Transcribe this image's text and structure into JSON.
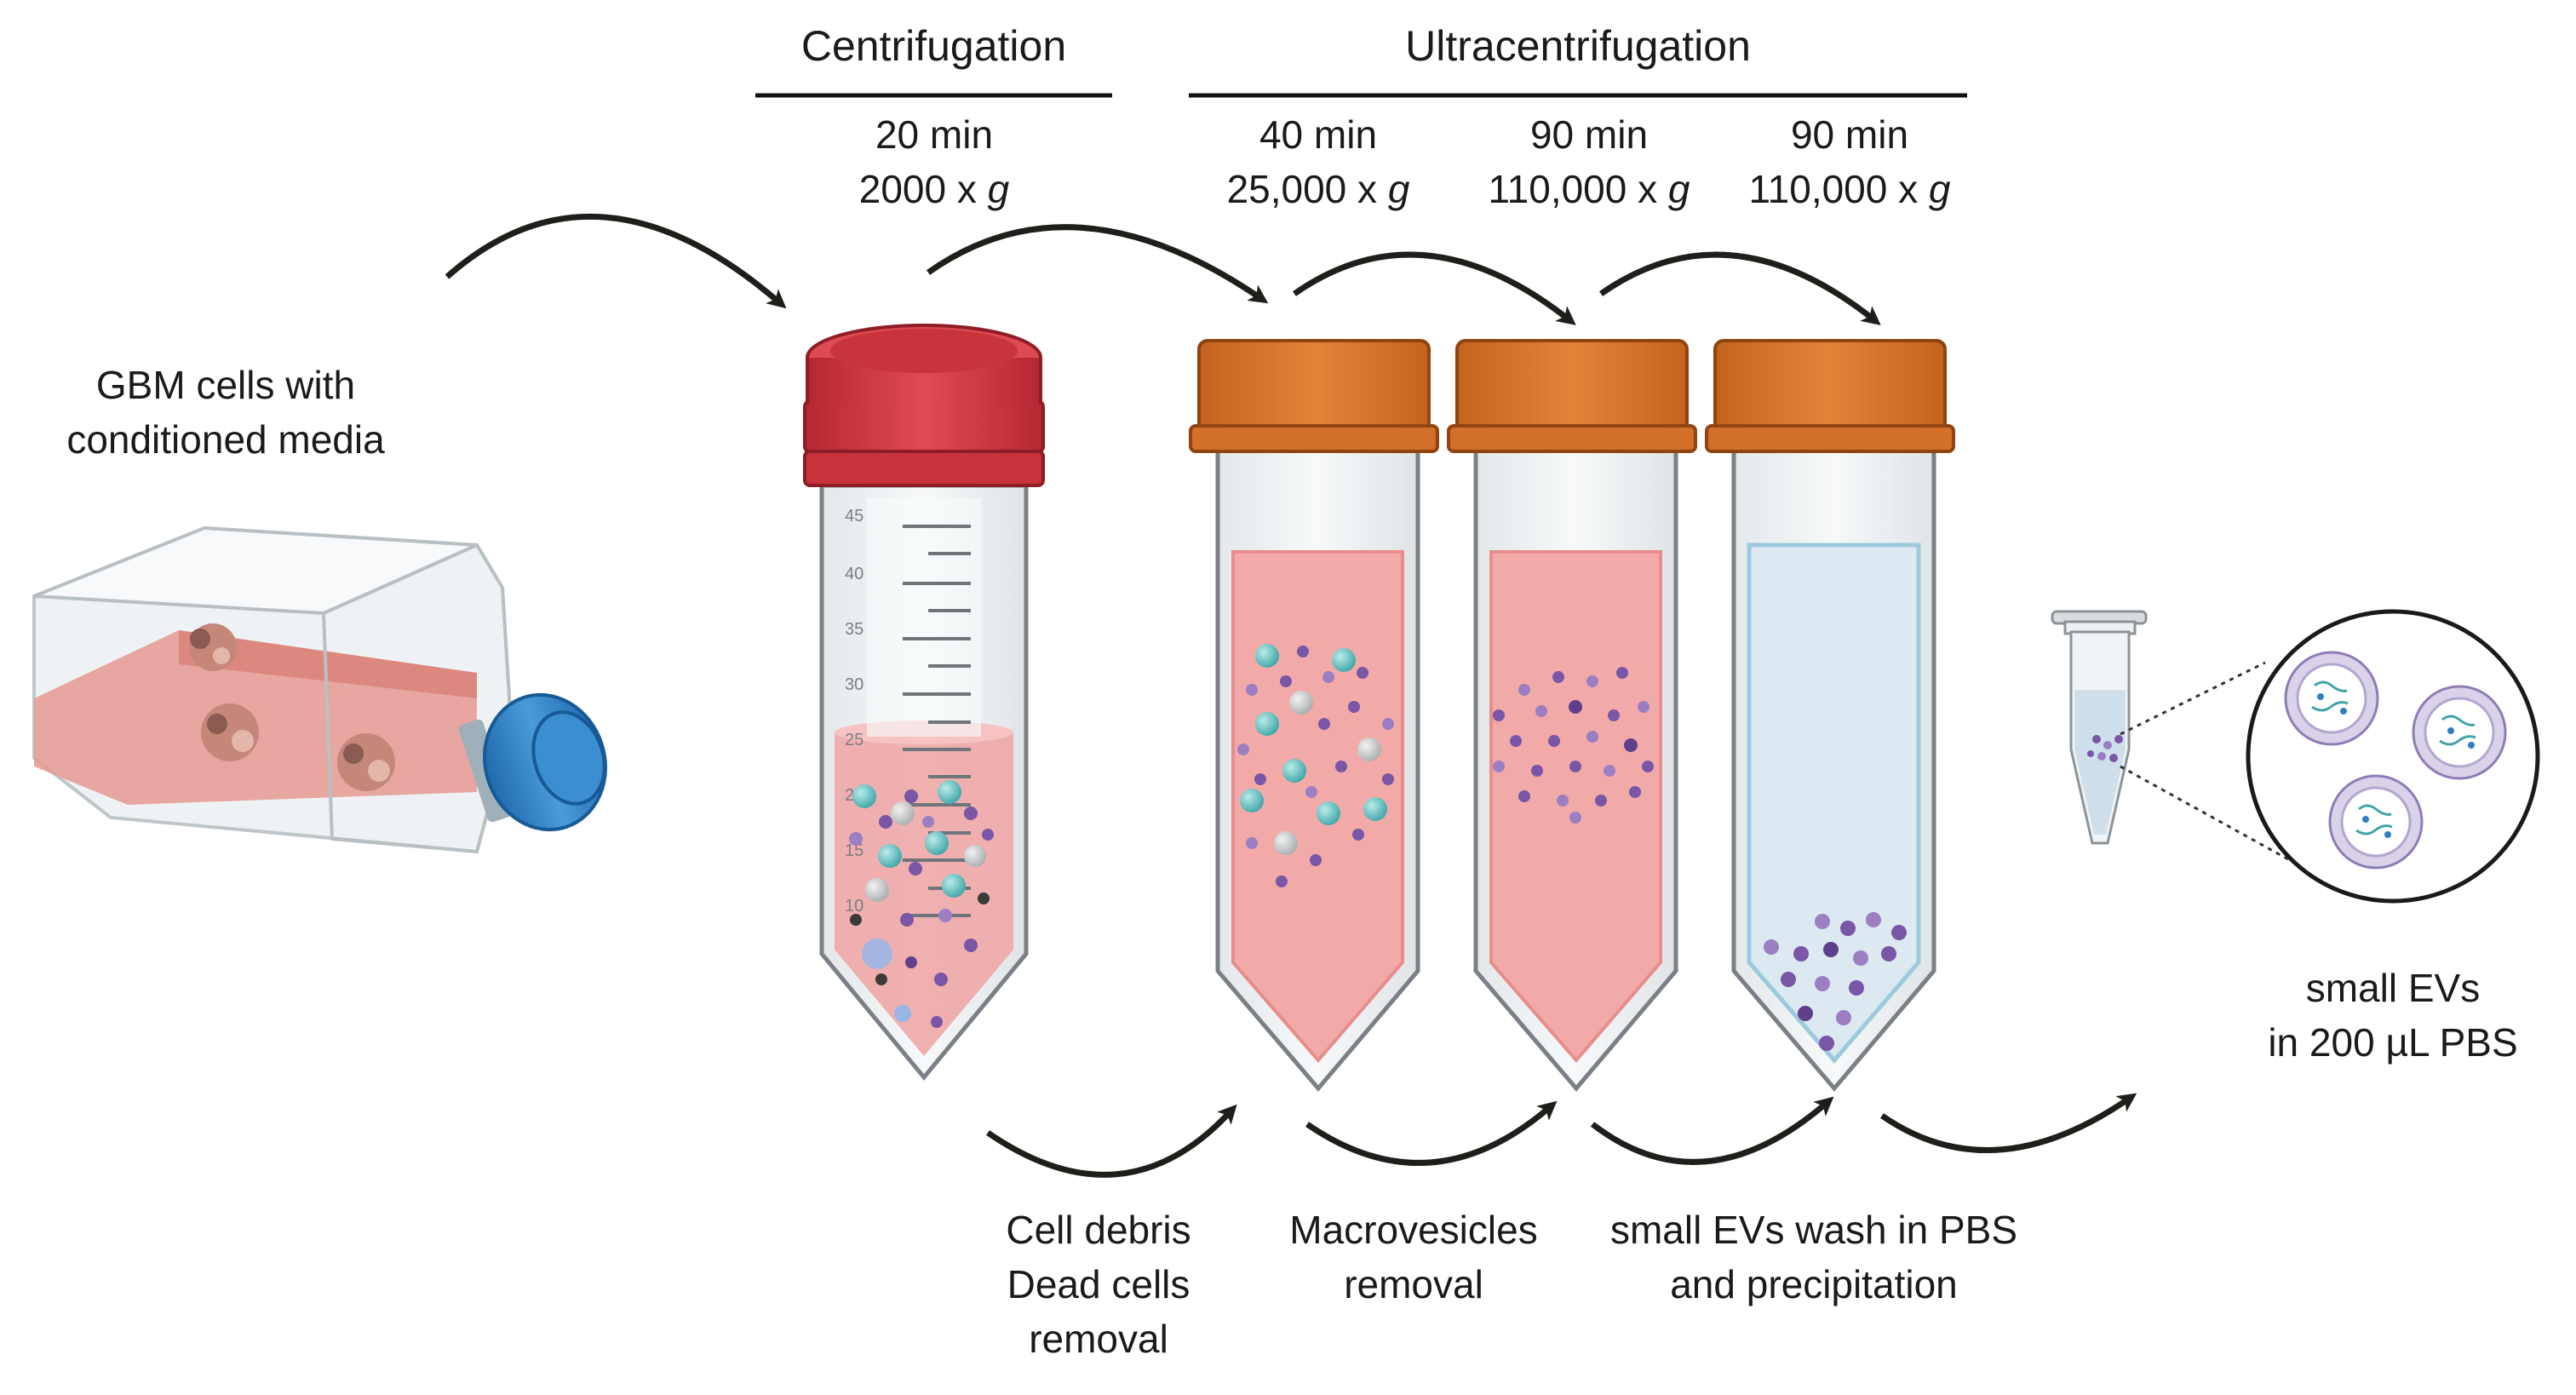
{
  "headers": {
    "centrifugation": "Centrifugation",
    "ultracentrifugation": "Ultracentrifugation"
  },
  "steps": [
    {
      "time": "20 min",
      "force_value": "2000 x",
      "force_unit": "g"
    },
    {
      "time": "40 min",
      "force_value": "25,000 x",
      "force_unit": "g"
    },
    {
      "time": "90 min",
      "force_value": "110,000 x",
      "force_unit": "g"
    },
    {
      "time": "90 min",
      "force_value": "110,000 x",
      "force_unit": "g"
    }
  ],
  "source": {
    "label_line1": "GBM cells with",
    "label_line2": "conditioned media"
  },
  "removals": [
    {
      "line1": "Cell debris",
      "line2": "Dead cells",
      "line3": "removal"
    },
    {
      "line1": "Macrovesicles",
      "line2": "removal"
    },
    {
      "line1": "small EVs wash in PBS",
      "line2": "and precipitation"
    }
  ],
  "result": {
    "line1": "small EVs",
    "line2": "in 200 µL PBS"
  },
  "tube_scale": [
    "45",
    "40",
    "35",
    "30",
    "25",
    "20",
    "15",
    "10"
  ],
  "colors": {
    "red_cap": "#d63a42",
    "orange_cap": "#d9762c",
    "media_pink": "#f2aaa9",
    "pbs_blue": "#dce9f1",
    "teal_particle": "#5fbfc0",
    "purple_particle": "#7a56a6",
    "flask_cap_blue": "#2f7fc4",
    "arrow": "#1e1e1a"
  }
}
